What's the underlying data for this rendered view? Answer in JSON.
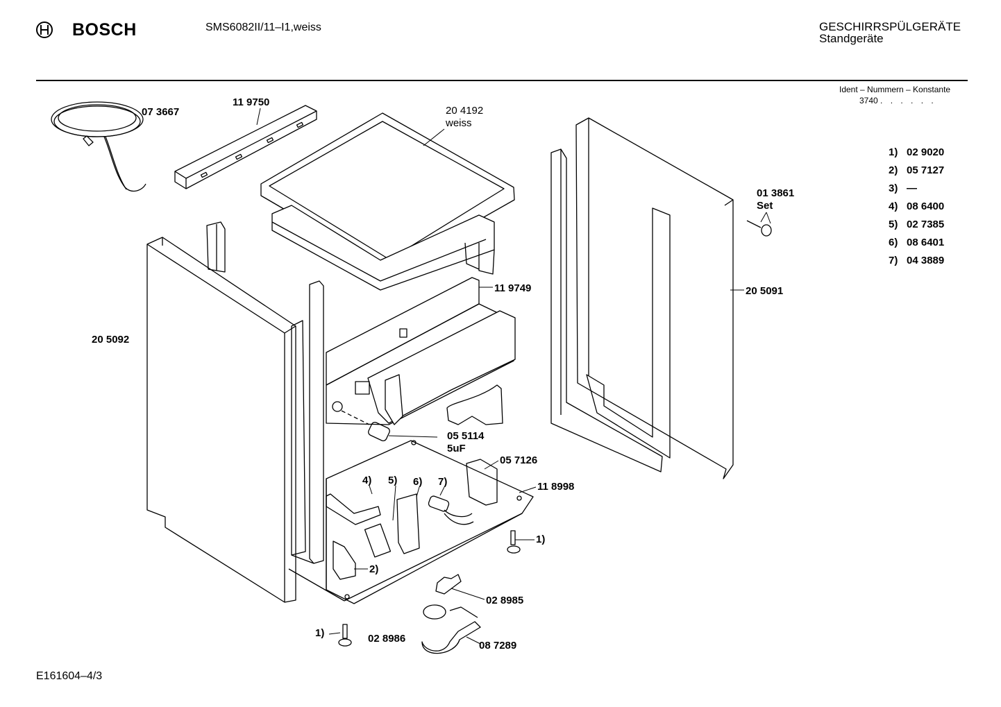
{
  "header": {
    "brand": "BOSCH",
    "model": "SMS6082II/11–I1,weiss",
    "category_line1": "GESCHIRRSPÜLGERÄTE",
    "category_line2": "Standgeräte",
    "ident_label": "Ident – Nummern – Konstante",
    "ident_value": "3740",
    "ident_dots": ". . . . . ."
  },
  "parts": {
    "p073667": "07 3667",
    "p119750": "11 9750",
    "p204192": "20 4192",
    "p204192_note": "weiss",
    "p013861": "01 3861",
    "p013861_note": "Set",
    "p119749": "11 9749",
    "p205091": "20 5091",
    "p205092": "20 5092",
    "p055114": "05 5114",
    "p055114_note": "5uF",
    "p057126": "05 7126",
    "p118998": "11 8998",
    "p028985": "02 8985",
    "p028986": "02 8986",
    "p087289": "08 7289"
  },
  "callouts": {
    "c4": "4)",
    "c5": "5)",
    "c6": "6)",
    "c7": "7)",
    "c1a": "1)",
    "c1b": "1)",
    "c2": "2)"
  },
  "legend": [
    {
      "ref": "1)",
      "number": "02 9020"
    },
    {
      "ref": "2)",
      "number": "05 7127"
    },
    {
      "ref": "3)",
      "number": "—"
    },
    {
      "ref": "4)",
      "number": "08 6400"
    },
    {
      "ref": "5)",
      "number": "02 7385"
    },
    {
      "ref": "6)",
      "number": "08 6401"
    },
    {
      "ref": "7)",
      "number": "04 3889"
    }
  ],
  "footer": {
    "doc_id": "E161604–4/3"
  }
}
